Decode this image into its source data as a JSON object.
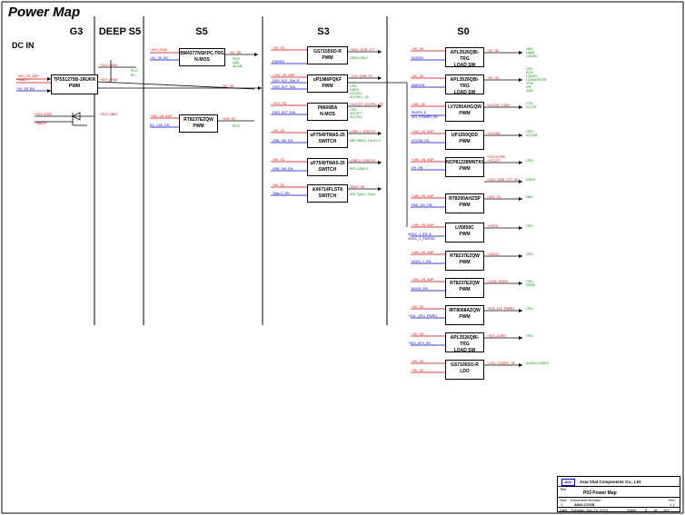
{
  "title": "Power Map",
  "dc_in_label": "DC IN",
  "columns": [
    "G3",
    "DEEP S5",
    "S5",
    "S3",
    "S0"
  ],
  "blocks": {
    "g3_switch": [
      "TPS51275B-1RUKR",
      "PWM"
    ],
    "deeps5_mosfet": [
      "BM4377NSKPC-TRG",
      "N-MOS"
    ],
    "s5_pwm": [
      "RT8237EZQW",
      "PWM"
    ],
    "s3_ddr": [
      "GS7155SO-R",
      "PWM"
    ],
    "s3_pwm": [
      "uP1986PQKF",
      "PWM"
    ],
    "s3_nmos": [
      "P8606BA",
      "N-MOS"
    ],
    "s3_sw1": [
      "uP7549TMA5-25",
      "SWITCH"
    ],
    "s3_sw2": [
      "uP7549TMA5-25",
      "SWITCH"
    ],
    "s3_sw3": [
      "AX6714FLSTA",
      "SWITCH"
    ],
    "s0_load1": [
      "APL3526QBI-TRG",
      "LOAD SW"
    ],
    "s0_load2": [
      "APL3526QBI-TRG",
      "LOAD SW"
    ],
    "s0_vccio": [
      "LV7290AHGQW",
      "PWM"
    ],
    "s0_vccsa": [
      "UP1550QDD",
      "PWM"
    ],
    "s0_cpu": [
      "NCP81228MNTXG",
      "PWM"
    ],
    "s0_fan": [
      "RT8290AHZSP",
      "PWM"
    ],
    "s0_gpu1": [
      "LV6850C",
      "PWM"
    ],
    "s0_gpu2": [
      "RT8237EZQW",
      "PWM"
    ],
    "s0_gpu3": [
      "RT8237EZQW",
      "PWM"
    ],
    "s0_gpu4": [
      "IRT8068AZQW",
      "PWM"
    ],
    "s0_gpu5": [
      "APL3526QBI-TRG",
      "LOAD SW"
    ],
    "s0_ldo": [
      "GS7106SO-R",
      "LDO"
    ]
  },
  "wire_labels": {
    "g3_in1": "+19V_VS_ADP",
    "g3_in2": "+VBATT",
    "g3_in3": "+3V_S5_EN",
    "g3_out": "+3V3_DSW",
    "g3_out2": "+5V3_DSW",
    "g3_pch": "PCH",
    "g3_ec": "EC",
    "bat_in1": "+3V3_DSW",
    "bat_in2": "+RBATT",
    "bat_out": "+3V3_VBAT",
    "d5_in1": "+3V3_DSW",
    "d5_in2": "+3V_S5_EN",
    "d5_out": "+3V_S5",
    "d5_pch": "PCH",
    "d5_lan": "LAN",
    "d5_wlan": "WLAN",
    "s5_in1": "+19V_VS_ADP",
    "s5_in2": "EC_1.8V_EN",
    "s5_out": "+1V8_S5",
    "s5_pch": "PCH",
    "s5_rail": "+5V_S5",
    "s3_ddr_in1": "+5V_S3",
    "s3_ddr_in2": "DDREN",
    "s3_ddr_out": "+0.6V_DDR_VTT",
    "s3_ddr_note": "DDR4 ONLY",
    "s3_pwm_in1": "+19V_VS_ADP",
    "s3_pwm_in2": "DDR_SLP_S4#_R",
    "s3_pwm_in3": "DDR_SLP_S3#",
    "s3_pwm_out": "+1V2_DDR_S3",
    "s3_pwm_g1": "CPU",
    "s3_pwm_g2": "DDR4",
    "s3_pwm_g3": "VCCPLL",
    "s3_pwm_g4": "VCCPLL_OC",
    "s3_nmos_in1": "+1V2_S3",
    "s3_nmos_in2": "DDR_SLP_S3#",
    "s3_nmos_out": "+VCCST_VCCPLL_S3",
    "s3_nmos_g1": "CPU",
    "s3_nmos_g2": "VCCST",
    "s3_nmos_g3": "VCCPLL",
    "s3_sw1_in1": "+5V_S3",
    "s3_sw1_in2": "USB_SW_EN",
    "s3_sw1_out": "USB3.1_S3E[1:2]",
    "s3_sw1_note": "MB USB3.1 Gen1 x 2",
    "s3_sw2_in1": "+5V_S3",
    "s3_sw2_in2": "USB_SW_EN",
    "s3_sw2_out": "USB2.0_S3E[1:2]",
    "s3_sw2_note": "RIO USB2.0",
    "s3_sw3_in1": "+5V_S3",
    "s3_sw3_in2": "Type-C_EN",
    "s3_sw3_out": "VBUS_S0",
    "s3_sw3_note": "RIO Type-C Gen1",
    "s0_l1_in1": "+3V_S5",
    "s0_l1_in2": "SUSON",
    "s0_l1_out": "+3V_S0",
    "s0_l1_g1": "HDD",
    "s0_l1_g2": "HDMI",
    "s0_l1_g3": "CODEC",
    "s0_l2_in1": "+5V_S5",
    "s0_l2_in2": "MAINON",
    "s0_l2_out": "+5V_S0",
    "s0_l2_g1": "CPU",
    "s0_l2_g2": "PCH",
    "s0_l2_g3": "CODEC",
    "s0_l2_g4": "CONVERTER",
    "s0_l2_g5": "TPM",
    "s0_l2_g6": "CR",
    "s0_l2_g7": "SSD",
    "s0_vio_in1": "+19V_S0",
    "s0_vio_in2": "SUSP#_E",
    "s0_vio_in3": "VIO_POWER_EN",
    "s0_vio_out": "+VCCIO_0.95V",
    "s0_vio_g1": "CPU",
    "s0_vio_g2": "VCCIO",
    "s0_vsa_in1": "+19V_VS_ADP",
    "s0_vsa_in2": "VCCSA_EN",
    "s0_vsa_out": "+VCCSA",
    "s0_vsa_g1": "CPU",
    "s0_vsa_g2": "VCCSA",
    "s0_cpu_in1": "+19V_VS_ADP",
    "s0_cpu_in2": "VR_ON",
    "s0_cpu_out1": "+VCCCORE",
    "s0_cpu_out2": "+VCCGT",
    "s0_cpu_g": "CPU",
    "s0_ddr_out": "+0.6V_DDR_VTT_S0",
    "s0_ddr_g": "DDR4",
    "s0_fan_in1": "+19V_VS_ADP",
    "s0_fan_in2": "FAN_12V_EN",
    "s0_fan_out": "+12V_S0",
    "s0_fan_g": "FAN",
    "s0_gpu1_in1": "+19V_VS_ADP",
    "s0_gpu1_in2": "VDDC_1_EN_A",
    "s0_gpu1_in3": "VDDC_1_PWRGD",
    "s0_gpu1_out": "+VGPU",
    "s0_gpu1_g": "GPU",
    "s0_gpu2_in1": "+19V_VS_ADP",
    "s0_gpu2_in2": "VDDC_1_EN",
    "s0_gpu2_out": "+VDDCI",
    "s0_gpu2_g": "GPU",
    "s0_gpu3_in1": "+19V_VS_ADP",
    "s0_gpu3_in2": "MVDD_EN",
    "s0_gpu3_out": "+1V35_MVDD",
    "s0_gpu3_g1": "GPU",
    "s0_gpu3_g2": "DDR5",
    "s0_gpu4_in1": "+5V_S0",
    "s0_gpu4_in2": "+VDL_GPU_PWRG",
    "s0_gpu4_out": "+0V8_1V2_PWRG",
    "s0_gpu4_g": "GPU",
    "s0_gpu5_in1": "+3V_S0",
    "s0_gpu5_in2": "+3V3_GFX_EN",
    "s0_gpu5_out": "+3V3_DGPU",
    "s0_gpu5_g": "GPU",
    "s0_ldo_in1": "+5V_S0",
    "s0_ldo_in2": "+5V_S0",
    "s0_ldo_out": "+1.5V_CODEC_S0",
    "s0_ldo_g": "AUDIO CODEC"
  },
  "title_block": {
    "company": "Asia Vital Components Co., Ltd.",
    "logo": "AVC",
    "title_label": "Title",
    "title": "P03 Power Map",
    "size_label": "Size",
    "size": "C",
    "doc_label": "Document Number",
    "doc": "A540-27ICB",
    "rev_label": "Rev",
    "rev": "1.1",
    "date_label": "Date:",
    "date": "Tuesday, July 23, 2019",
    "sheet_label": "Sheet",
    "sheet": "5",
    "of_label": "of",
    "total": "102"
  }
}
